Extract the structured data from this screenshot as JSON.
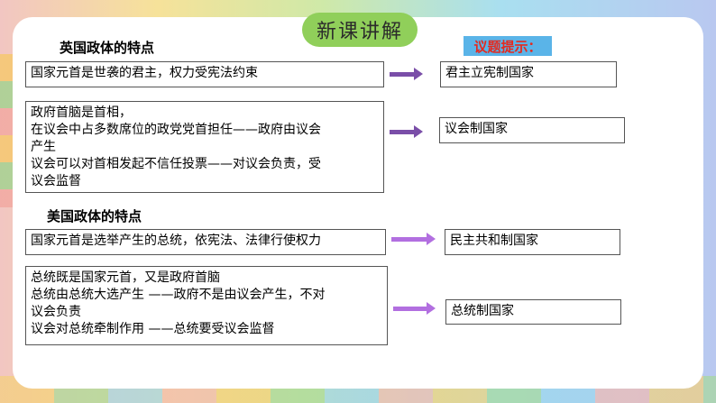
{
  "header": {
    "title": "新课讲解"
  },
  "hint_label": "议题提示：",
  "uk": {
    "section_title": "英国政体的特点",
    "rows": [
      {
        "lines": [
          "国家元首是世袭的君主，权力受宪法约束"
        ],
        "result": "君主立宪制国家"
      },
      {
        "lines": [
          "政府首脑是首相，",
          "在议会中占多数席位的政党党首担任——政府由议会",
          "产生",
          "议会可以对首相发起不信任投票——对议会负责，受",
          "议会监督"
        ],
        "result": "议会制国家"
      }
    ]
  },
  "us": {
    "section_title": "美国政体的特点",
    "rows": [
      {
        "lines": [
          "国家元首是选举产生的总统，依宪法、法律行使权力"
        ],
        "result": "民主共和制国家"
      },
      {
        "lines": [
          "总统既是国家元首，又是政府首脑",
          "总统由总统大选产生 ——政府不是由议会产生，不对",
          "议会负责",
          "议会对总统牵制作用 ——总统要受议会监督"
        ],
        "result": "总统制国家"
      }
    ]
  }
}
